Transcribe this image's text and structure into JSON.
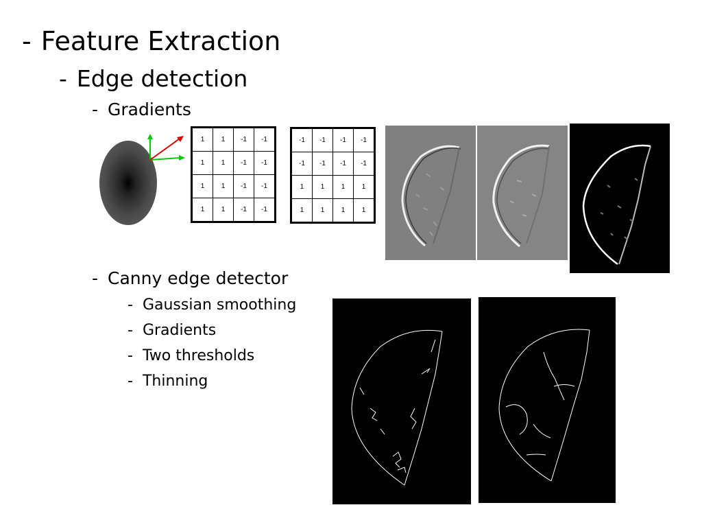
{
  "bullets": {
    "feature_extraction": "Feature Extraction",
    "edge_detection": "Edge detection",
    "gradients": "Gradients",
    "canny": "Canny edge detector",
    "canny_steps": [
      "Gaussian smoothing",
      "Gradients",
      "Two thresholds",
      "Thinning"
    ]
  },
  "dash": "-",
  "kernels": {
    "x": [
      [
        "1",
        "1",
        "-1",
        "-1"
      ],
      [
        "1",
        "1",
        "-1",
        "-1"
      ],
      [
        "1",
        "1",
        "-1",
        "-1"
      ],
      [
        "1",
        "1",
        "-1",
        "-1"
      ]
    ],
    "y": [
      [
        "-1",
        "-1",
        "-1",
        "-1"
      ],
      [
        "-1",
        "-1",
        "-1",
        "-1"
      ],
      [
        "1",
        "1",
        "1",
        "1"
      ],
      [
        "1",
        "1",
        "1",
        "1"
      ]
    ]
  },
  "colors": {
    "arrow_red": "#e00000",
    "arrow_green": "#00cc00"
  }
}
